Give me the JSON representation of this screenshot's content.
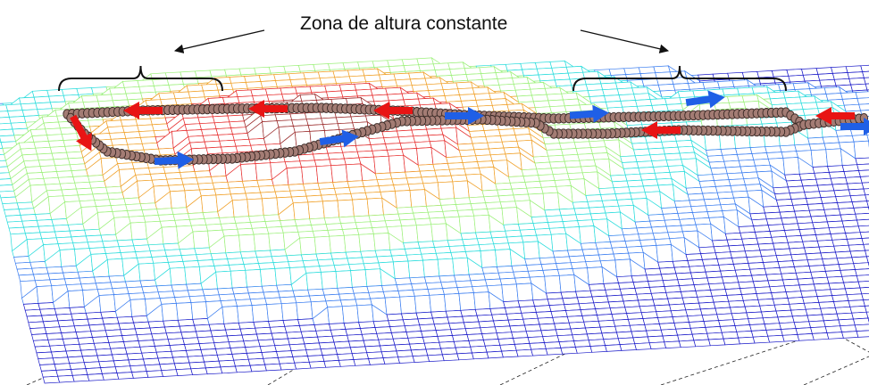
{
  "annotation": {
    "text": "Zona de altura constante"
  },
  "colors": {
    "background": "#ffffff",
    "annotation_text": "#111111",
    "path_dot_fill": "#a37c74",
    "path_dot_stroke": "#3a2a26",
    "arrow_forward": "#1f5fe6",
    "arrow_backward": "#e81414",
    "bracket": "#111111",
    "axis_dashes": "#222222"
  },
  "surface_levels": [
    {
      "name": "level-1",
      "color": "#1919c8"
    },
    {
      "name": "level-2",
      "color": "#3a7df0"
    },
    {
      "name": "level-3",
      "color": "#28dcdc"
    },
    {
      "name": "level-4",
      "color": "#9cf07a"
    },
    {
      "name": "level-5",
      "color": "#f0a028"
    },
    {
      "name": "level-6",
      "color": "#e62d2d"
    },
    {
      "name": "level-7",
      "color": "#9a2a2a"
    }
  ],
  "icons": {
    "arrow": "direction-arrow-icon",
    "bracket": "curly-brace-icon",
    "pointer": "pointer-arrow-icon"
  }
}
